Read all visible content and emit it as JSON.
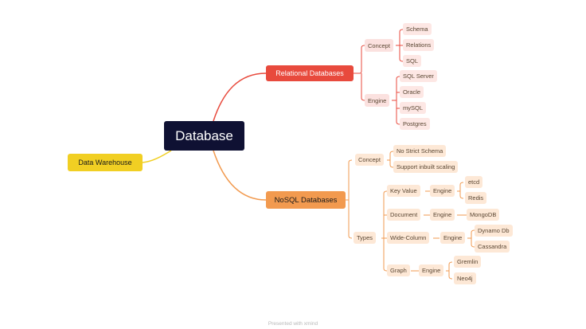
{
  "root": "Database",
  "data_warehouse": "Data Warehouse",
  "relational": {
    "title": "Relational Databases",
    "concept": {
      "label": "Concept",
      "items": [
        "Schema",
        "Relations",
        "SQL"
      ]
    },
    "engine": {
      "label": "Engine",
      "items": [
        "SQL Server",
        "Oracle",
        "mySQL",
        "Postgres"
      ]
    }
  },
  "nosql": {
    "title": "NoSQL Databases",
    "concept": {
      "label": "Concept",
      "items": [
        "No Strict Schema",
        "Support inbuilt scaling"
      ]
    },
    "types": {
      "label": "Types",
      "key_value": {
        "label": "Key Value",
        "engine": "Engine",
        "items": [
          "etcd",
          "Redis"
        ]
      },
      "document": {
        "label": "Document",
        "engine": "Engine",
        "items": [
          "MongoDB"
        ]
      },
      "wide_column": {
        "label": "Wide-Column",
        "engine": "Engine",
        "items": [
          "Dynamo Db",
          "Cassandra"
        ]
      },
      "graph": {
        "label": "Graph",
        "engine": "Engine",
        "items": [
          "Gremlin",
          "Neo4j"
        ]
      }
    }
  },
  "footer": "Presented with xmind",
  "colors": {
    "root": "#0f1133",
    "relational": "#e84a3d",
    "nosql": "#f29a4f",
    "warehouse": "#f1cf23"
  }
}
